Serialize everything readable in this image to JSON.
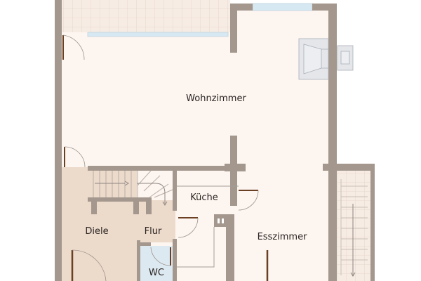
{
  "rooms": {
    "wohnzimmer": "Wohnzimmer",
    "kueche": "Küche",
    "diele": "Diele",
    "flur": "Flur",
    "esszimmer": "Esszimmer",
    "wc": "WC"
  },
  "colors": {
    "wall": "#a3978e",
    "floor": "#fdf5f0",
    "hall": "#ecdacb",
    "wc": "#dde9f1",
    "window": "#d6e8f2",
    "tile": "#f7ece4",
    "fixture": "#e4e6ea",
    "door": "#6b3f22"
  }
}
